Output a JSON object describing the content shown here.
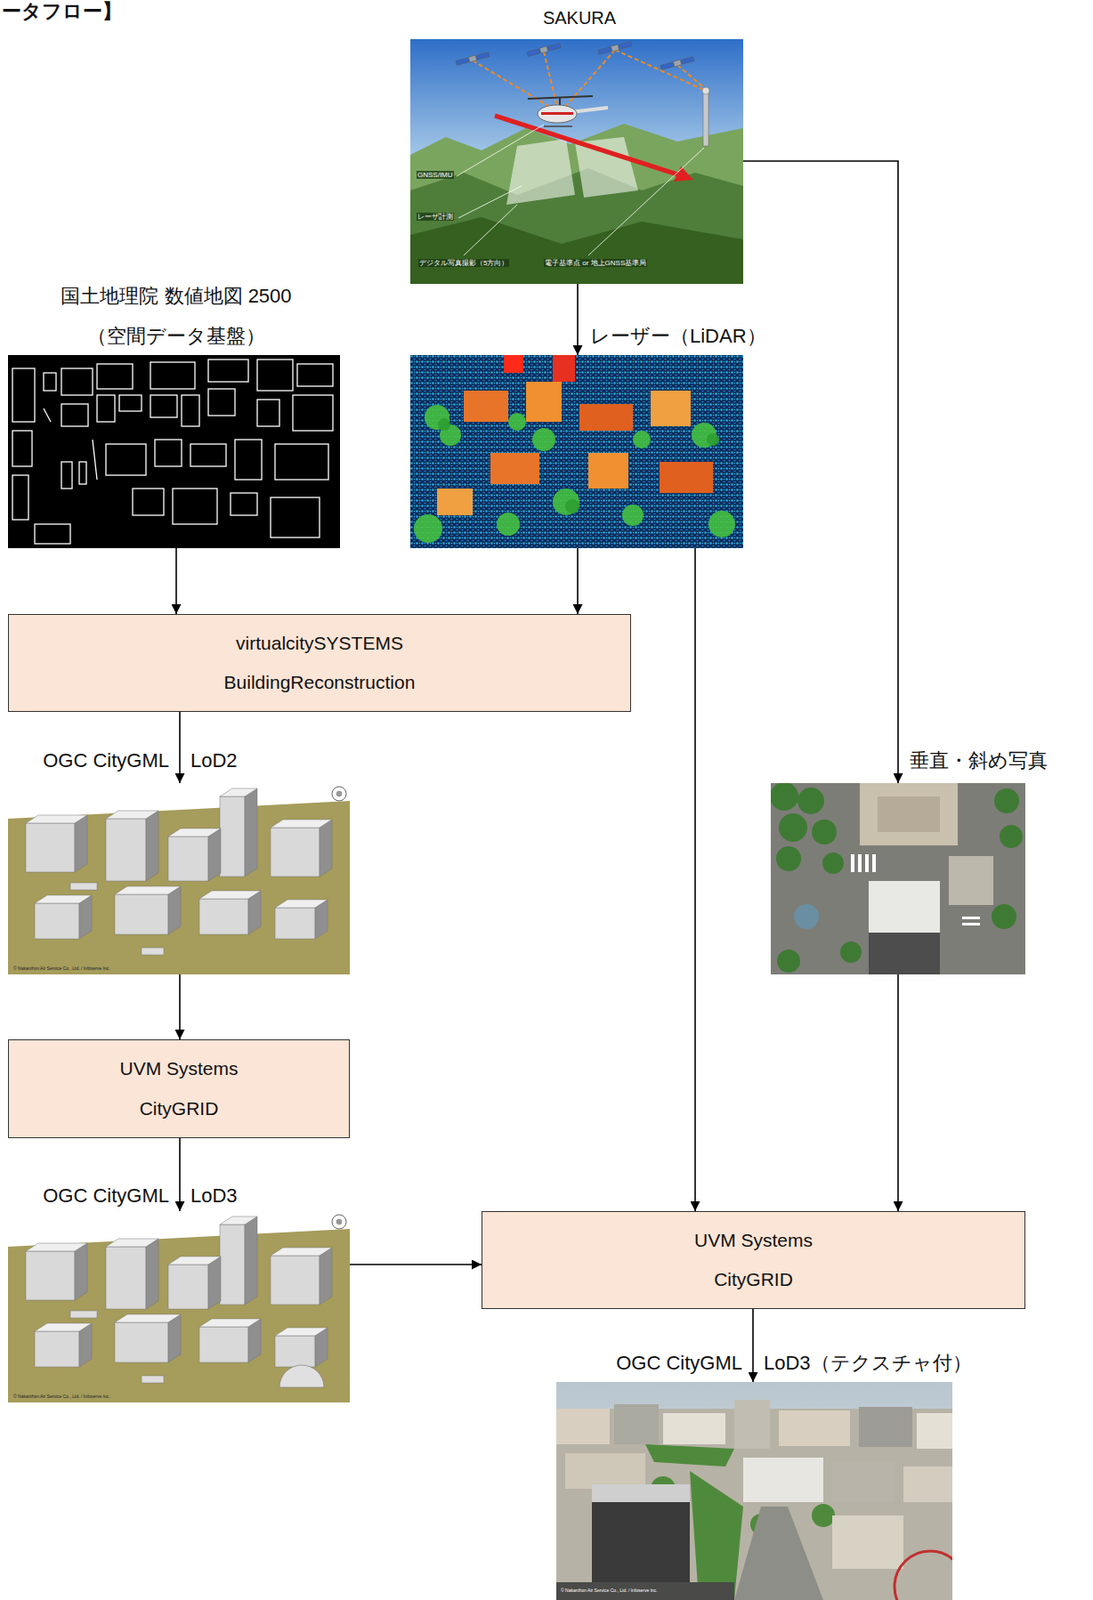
{
  "diagram": {
    "title": "ータフロー】",
    "nodes": [
      {
        "text": [
          "SAKURA"
        ]
      },
      {
        "text": [
          "国土地理院 数値地図 2500",
          "（空間データ基盤）"
        ]
      },
      {
        "text": [
          "レーザー（LiDAR）"
        ]
      },
      {
        "text": [
          "virtualcitySYSTEMS BuildingReconstruction"
        ]
      },
      {
        "text": [
          "OGC CityGML",
          "LoD2"
        ]
      },
      {
        "text": [
          "垂直・斜め写真"
        ]
      },
      {
        "text": [
          "UVM Systems CityGRID"
        ]
      },
      {
        "text": [
          "OGC CityGML",
          "LoD3"
        ]
      },
      {
        "text": [
          "UVM Systems CityGRID"
        ]
      },
      {
        "text": [
          "OGC CityGML",
          "LoD3（テクスチャ付）"
        ]
      }
    ],
    "edges": [
      {
        "from": 0,
        "to": 2,
        "arrow": "to"
      },
      {
        "from": 0,
        "to": 5,
        "arrow": "to"
      },
      {
        "from": 1,
        "to": 3,
        "arrow": "to"
      },
      {
        "from": 2,
        "to": 3,
        "arrow": "to"
      },
      {
        "from": 3,
        "to": 4,
        "arrow": "to"
      },
      {
        "from": 4,
        "to": 6,
        "arrow": "to"
      },
      {
        "from": 6,
        "to": 7,
        "arrow": "to"
      },
      {
        "from": 2,
        "to": 8,
        "arrow": "to"
      },
      {
        "from": 5,
        "to": 8,
        "arrow": "to"
      },
      {
        "from": 7,
        "to": 8,
        "arrow": "to"
      },
      {
        "from": 8,
        "to": 9,
        "arrow": "to"
      }
    ],
    "labels": [
      "GNSS/IMU",
      "レーザ計測",
      "デジタル写真撮影（5方向）",
      "電子基準点 or 地上GNSS基準局",
      "© Nakanihon Air Service Co., Ltd. / Infoserve Inc.",
      "© Nakanihon Air Service Co., Ltd. / Infoserve Inc.",
      "© Nakanihon Air Service Co., Ltd. / Infoserve Inc."
    ]
  }
}
